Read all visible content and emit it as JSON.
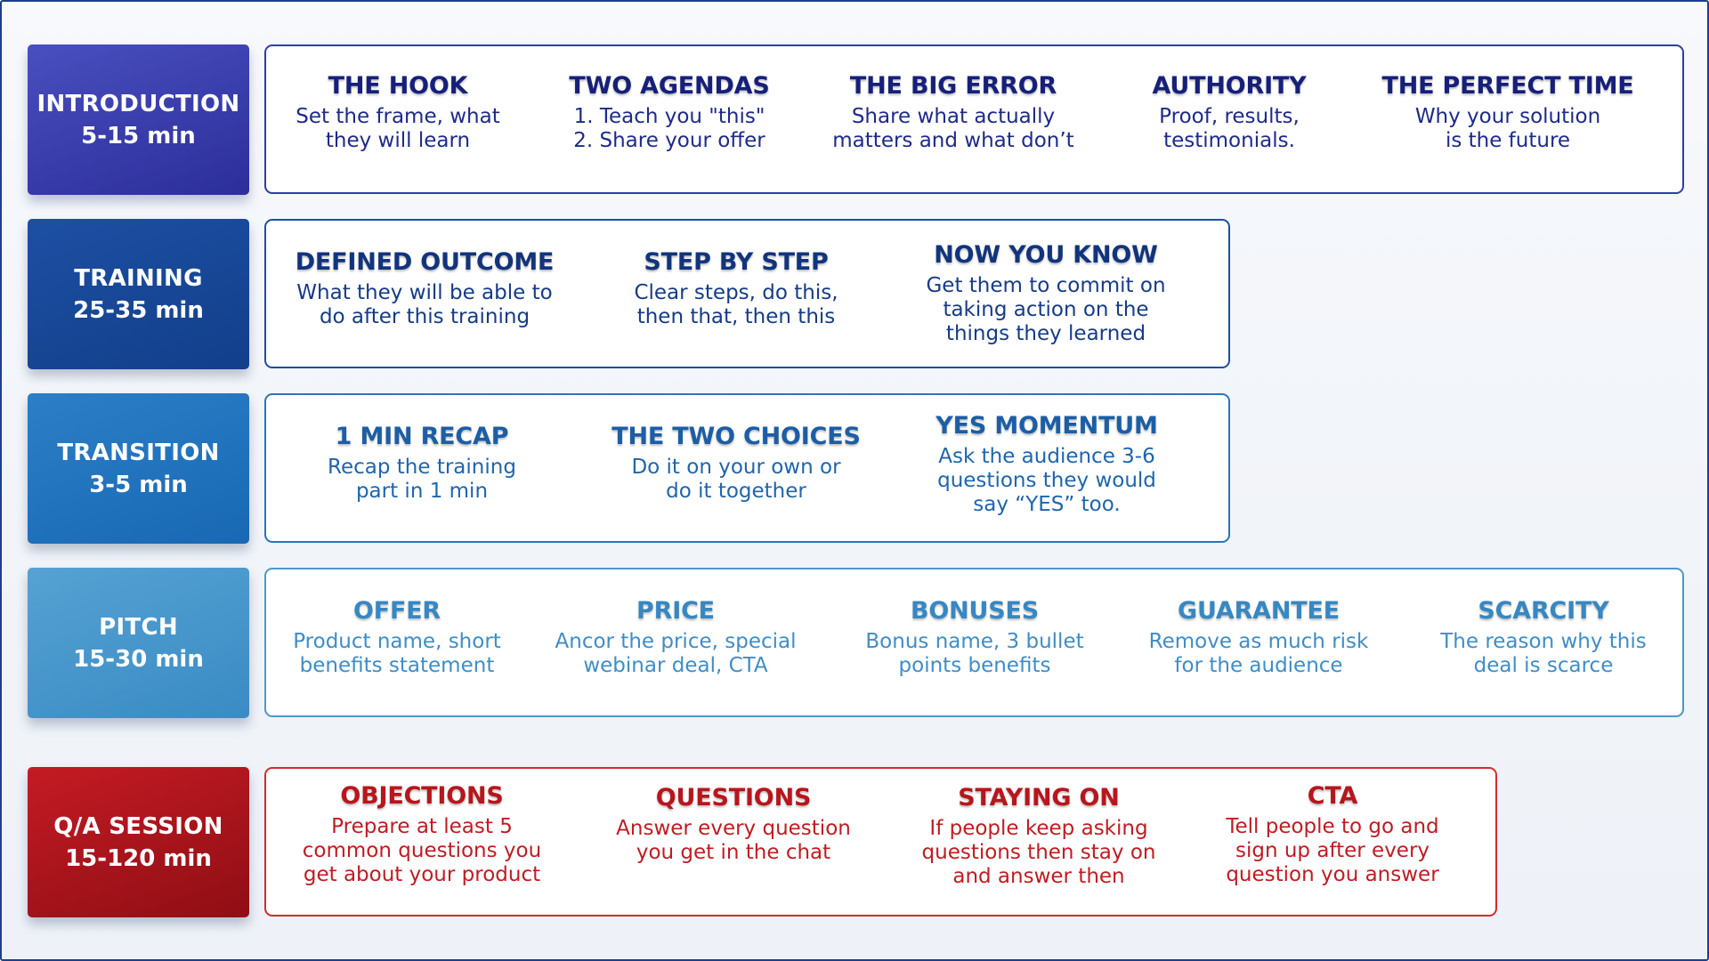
{
  "rows": [
    {
      "name": "INTRODUCTION",
      "duration": "5-15 min",
      "items": [
        {
          "title": "THE HOOK",
          "desc": "Set the frame, what\nthey will learn"
        },
        {
          "title": "TWO AGENDAS",
          "desc": "1. Teach you \"this\"\n2. Share your offer"
        },
        {
          "title": "THE BIG ERROR",
          "desc": "Share what actually\nmatters and what don’t"
        },
        {
          "title": "AUTHORITY",
          "desc": "Proof, results,\ntestimonials."
        },
        {
          "title": "THE PERFECT TIME",
          "desc": "Why your solution\nis the future"
        }
      ]
    },
    {
      "name": "TRAINING",
      "duration": "25-35 min",
      "items": [
        {
          "title": "DEFINED OUTCOME",
          "desc": "What they will be able to\ndo after this training"
        },
        {
          "title": "STEP BY STEP",
          "desc": "Clear steps, do this,\nthen that, then this"
        },
        {
          "title": "NOW YOU KNOW",
          "desc": "Get them to commit on\ntaking action on the\nthings they learned"
        }
      ]
    },
    {
      "name": "TRANSITION",
      "duration": "3-5 min",
      "items": [
        {
          "title": "1 MIN RECAP",
          "desc": "Recap the training\npart in 1 min"
        },
        {
          "title": "THE TWO CHOICES",
          "desc": "Do it on your own or\ndo it together"
        },
        {
          "title": "YES MOMENTUM",
          "desc": "Ask the audience 3-6\nquestions they would\nsay “YES” too."
        }
      ]
    },
    {
      "name": "PITCH",
      "duration": "15-30 min",
      "items": [
        {
          "title": "OFFER",
          "desc": "Product name, short\nbenefits statement"
        },
        {
          "title": "PRICE",
          "desc": "Ancor the price, special\nwebinar deal, CTA"
        },
        {
          "title": "BONUSES",
          "desc": "Bonus name, 3 bullet\npoints benefits"
        },
        {
          "title": "GUARANTEE",
          "desc": "Remove as much risk\nfor the audience"
        },
        {
          "title": "SCARCITY",
          "desc": "The reason why this\ndeal is scarce"
        }
      ]
    },
    {
      "name": "Q/A SESSION",
      "duration": "15-120 min",
      "items": [
        {
          "title": "OBJECTIONS",
          "desc": "Prepare at least 5\ncommon questions you\nget about your product"
        },
        {
          "title": "QUESTIONS",
          "desc": "Answer every question\nyou get in the chat"
        },
        {
          "title": "STAYING ON",
          "desc": "If people keep asking\nquestions then stay on\nand answer then"
        },
        {
          "title": "CTA",
          "desc": "Tell people to go and\nsign up after every\nquestion you answer"
        }
      ]
    }
  ],
  "colors": {
    "introduction": "#2b2e9a",
    "training": "#123f8a",
    "transition": "#1868b4",
    "pitch": "#3a8bc4",
    "qa_session": "#b8151d"
  }
}
